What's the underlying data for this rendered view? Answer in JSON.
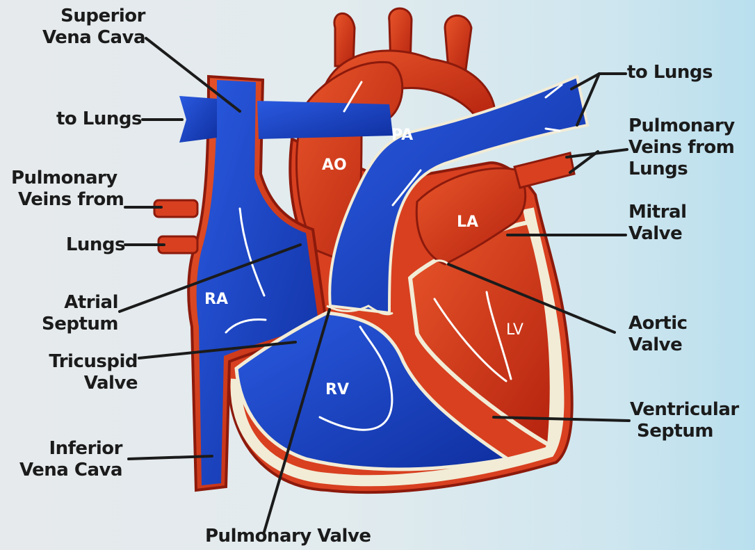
{
  "labels": {
    "superior_vena_cava": [
      "Superior",
      "Vena Cava"
    ],
    "to_lungs_left": "to Lungs",
    "pulmonary_veins_left": [
      "Pulmonary",
      "Veins from",
      "Lungs"
    ],
    "atrial_septum": [
      "Atrial",
      "Septum"
    ],
    "tricuspid_valve": [
      "Tricuspid",
      "Valve"
    ],
    "inferior_vena_cava": [
      "Inferior",
      "Vena Cava"
    ],
    "pulmonary_valve": "Pulmonary Valve",
    "to_lungs_right": "to Lungs",
    "pulmonary_veins_right": [
      "Pulmonary",
      "Veins from",
      "Lungs"
    ],
    "mitral_valve": [
      "Mitral",
      "Valve"
    ],
    "aortic_valve": [
      "Aortic",
      "Valve"
    ],
    "ventricular_septum": [
      "Ventricular",
      "Septum"
    ]
  },
  "chambers": {
    "ao": "AO",
    "pa": "PA",
    "la": "LA",
    "ra": "RA",
    "rv": "RV",
    "lv": "LV"
  },
  "colors": {
    "deoxygenated_blue": "#1846c8",
    "oxygenated_red": "#d03418",
    "outline": "#8c1a0c",
    "cream": "#f2ecd6"
  }
}
